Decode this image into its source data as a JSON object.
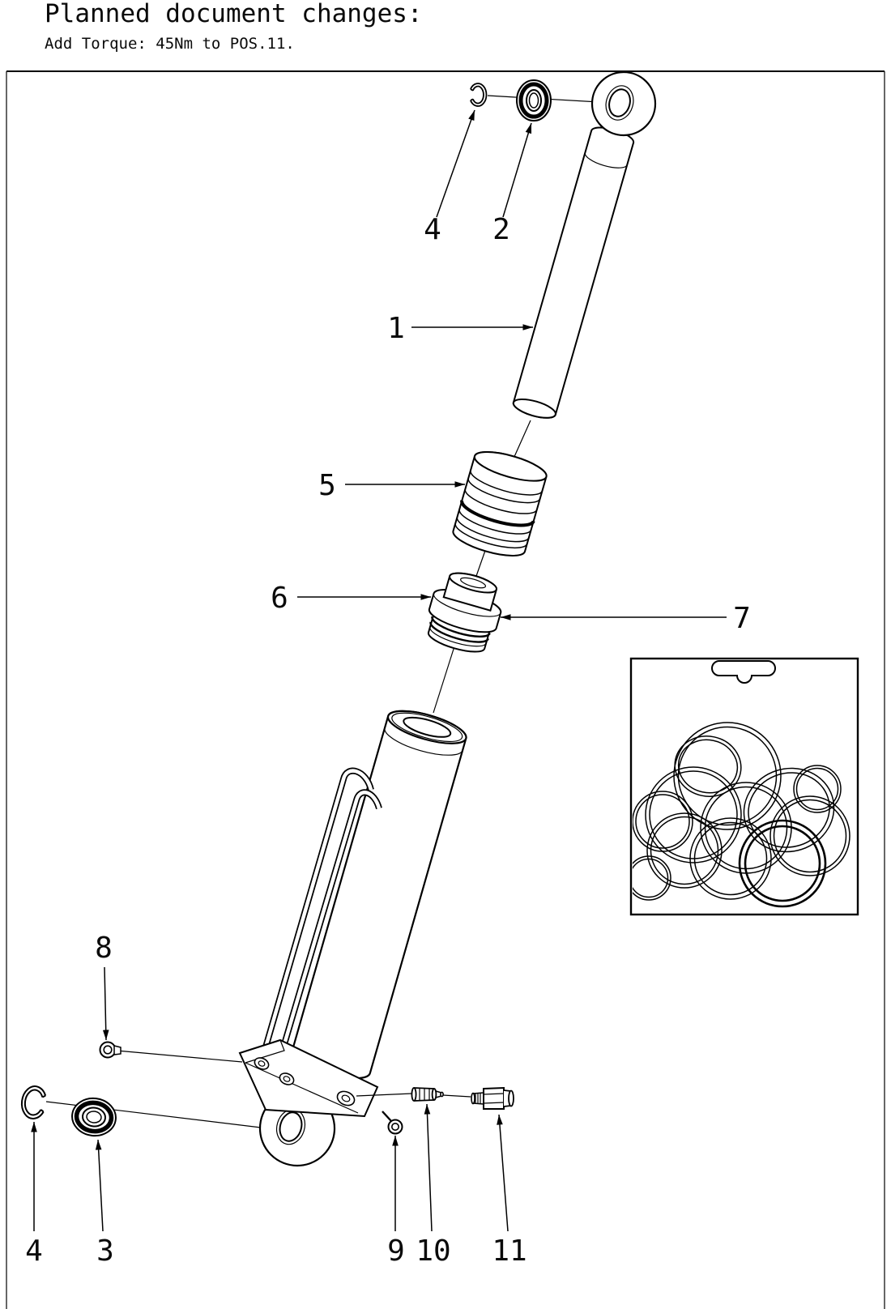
{
  "header": {
    "title": "Planned document changes:",
    "subtitle": "Add Torque: 45Nm to POS.11."
  },
  "callouts": {
    "pos1": "1",
    "pos2": "2",
    "pos3": "3",
    "pos4_top": "4",
    "pos4_bottom": "4",
    "pos5": "5",
    "pos6": "6",
    "pos7": "7",
    "pos8": "8",
    "pos9": "9",
    "pos10": "10",
    "pos11": "11"
  },
  "colors": {
    "line": "#000000",
    "background": "#ffffff"
  }
}
